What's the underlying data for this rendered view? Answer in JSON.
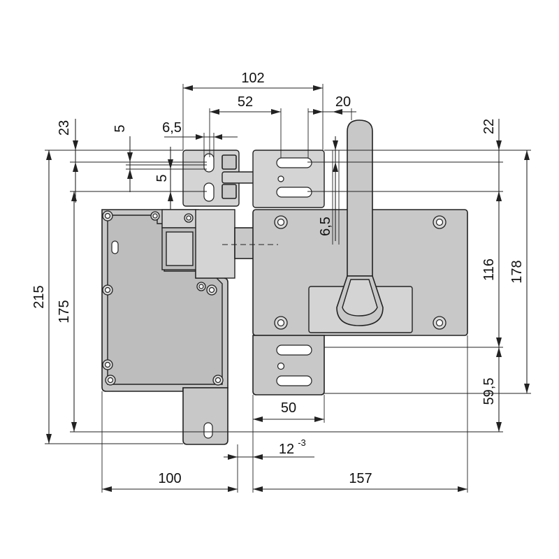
{
  "diagram": {
    "dimensions": {
      "top_width": "102",
      "top_slot_span": "52",
      "top_offset": "20",
      "top_left_small": "6,5",
      "left_23": "23",
      "left_5_upper": "5",
      "left_5_lower": "5",
      "right_22": "22",
      "vertical_6_5": "6,5",
      "overall_height": "215",
      "housing_height": "175",
      "plate_height": "116",
      "total_height_right": "178",
      "lower_plate_height": "59,5",
      "lower_plate_width": "50",
      "gap_base": "12",
      "gap_tolerance": "-3",
      "housing_width": "100",
      "plate_width": "157"
    },
    "colors": {
      "part_fill": "#c8c8c8",
      "line": "#222222",
      "background": "#ffffff"
    }
  }
}
